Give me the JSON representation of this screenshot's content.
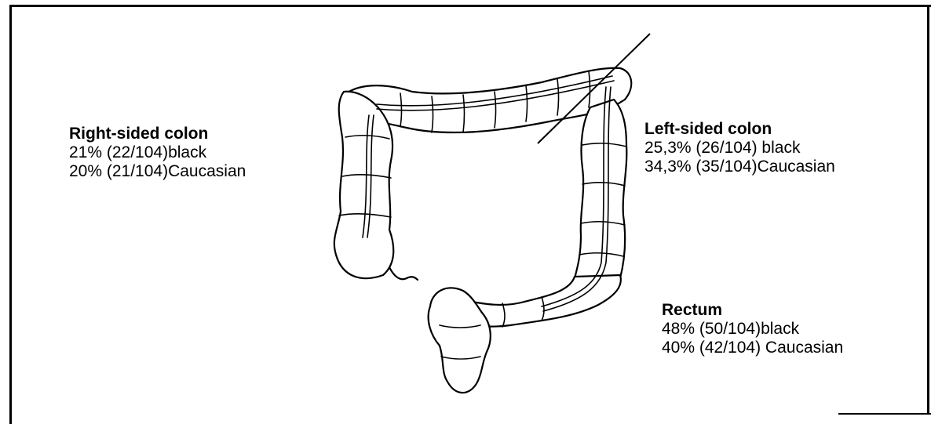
{
  "diagram": {
    "icon": "colon-illustration",
    "segments": {
      "right": {
        "title": "Right-sided colon",
        "black": "21% (22/104)black",
        "caucasian": "20% (21/104)Caucasian"
      },
      "left": {
        "title": "Left-sided colon",
        "black": "25,3% (26/104) black",
        "caucasian": "34,3% (35/104)Caucasian"
      },
      "rectum": {
        "title": "Rectum",
        "black": "48% (50/104)black",
        "caucasian": "40% (42/104) Caucasian"
      }
    }
  }
}
